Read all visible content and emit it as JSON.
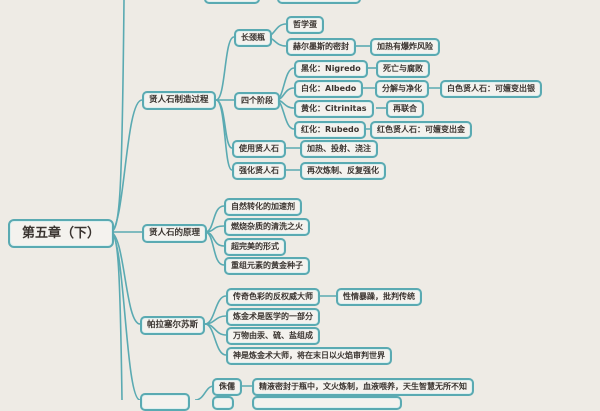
{
  "root": "第五章（下）",
  "branches": [
    {
      "label": "贤人石制造过程",
      "children": [
        {
          "label": "长颈瓶",
          "children": [
            {
              "label": "哲学蛋"
            },
            {
              "label": "赫尔墨斯的密封",
              "detail": "加热有爆炸风险"
            }
          ]
        },
        {
          "label": "四个阶段",
          "children": [
            {
              "label": "黑化：Nigredo",
              "detail": "死亡与腐败"
            },
            {
              "label": "白化：Albedo",
              "detail": "分解与净化",
              "detail2": "白色贤人石：可嬗变出银"
            },
            {
              "label": "黄化：Citrinitas",
              "detail": "再联合"
            },
            {
              "label": "红化：Rubedo",
              "detail": "红色贤人石：可嬗变出金"
            }
          ]
        },
        {
          "label": "使用贤人石",
          "detail": "加热、投射、浇注"
        },
        {
          "label": "强化贤人石",
          "detail": "再次炼制、反复强化"
        }
      ]
    },
    {
      "label": "贤人石的原理",
      "children": [
        {
          "label": "自然转化的加速剂"
        },
        {
          "label": "燃烧杂质的清洗之火"
        },
        {
          "label": "超完美的形式"
        },
        {
          "label": "重组元素的黄金种子"
        }
      ]
    },
    {
      "label": "帕拉塞尔苏斯",
      "children": [
        {
          "label": "传奇色彩的反权威大师",
          "detail": "性情暴躁，批判传统"
        },
        {
          "label": "炼金术是医学的一部分"
        },
        {
          "label": "万物由汞、硫、盐组成"
        },
        {
          "label": "神是炼金术大师，将在末日以火焰审判世界"
        }
      ]
    },
    {
      "label": "",
      "children": [
        {
          "label": "侏儒",
          "detail": "精液密封于瓶中，文火炼制，血液喂养，天生智慧无所不知"
        }
      ]
    }
  ],
  "colors": {
    "background": "#eeebe5",
    "line": "#5aaab2",
    "node_fill": "#f4f2ee",
    "text": "#3a3430"
  }
}
